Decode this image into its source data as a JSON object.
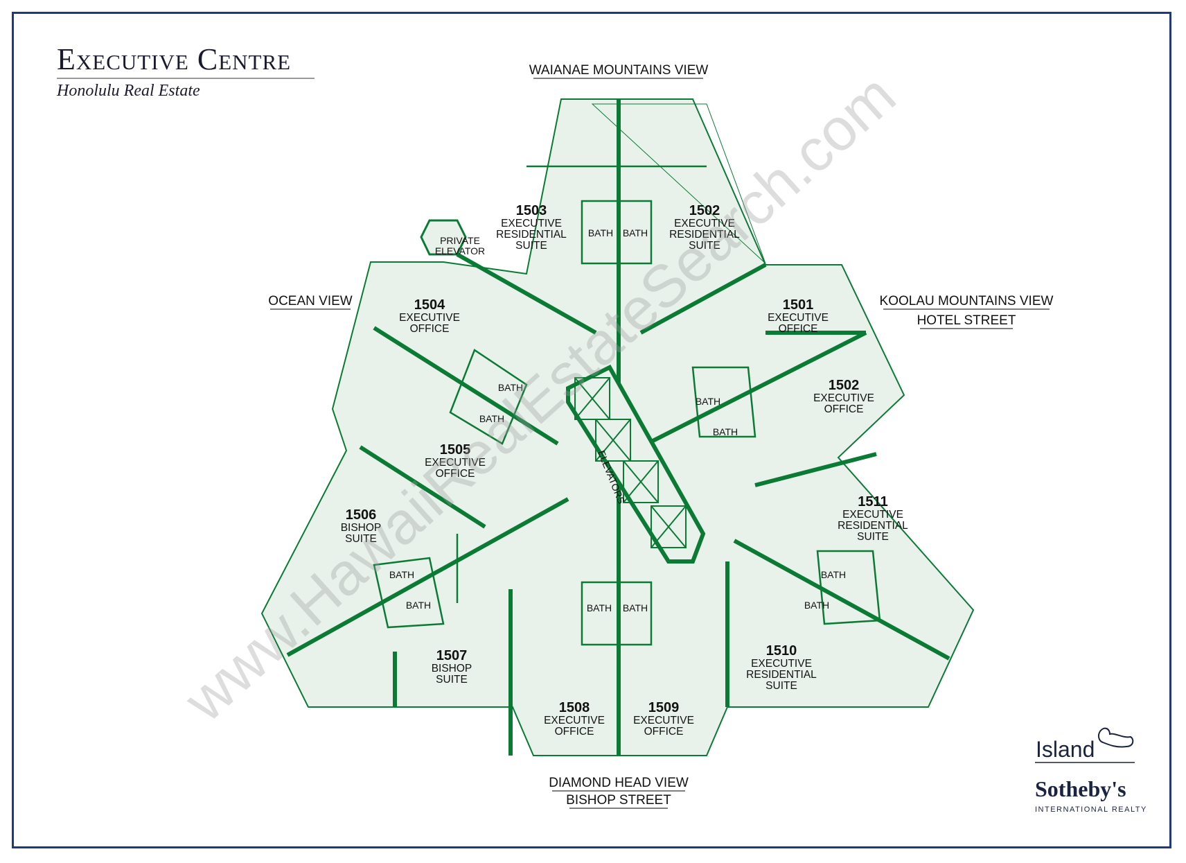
{
  "header": {
    "title": "Executive Centre",
    "subtitle": "Honolulu Real Estate"
  },
  "views": {
    "top": "WAIANAE MOUNTAINS VIEW",
    "left": "OCEAN VIEW",
    "right_1": "KOOLAU MOUNTAINS VIEW",
    "right_2": "HOTEL STREET",
    "bottom_1": "DIAMOND HEAD VIEW",
    "bottom_2": "BISHOP STREET"
  },
  "units": [
    {
      "number": "1503",
      "lines": [
        "EXECUTIVE",
        "RESIDENTIAL",
        "SUITE"
      ]
    },
    {
      "number": "1502",
      "lines": [
        "EXECUTIVE",
        "RESIDENTIAL",
        "SUITE"
      ]
    },
    {
      "number": "1504",
      "lines": [
        "EXECUTIVE",
        "OFFICE"
      ]
    },
    {
      "number": "1501",
      "lines": [
        "EXECUTIVE",
        "OFFICE"
      ]
    },
    {
      "number": "1502",
      "lines": [
        "EXECUTIVE",
        "OFFICE"
      ]
    },
    {
      "number": "1505",
      "lines": [
        "EXECUTIVE",
        "OFFICE"
      ]
    },
    {
      "number": "1506",
      "lines": [
        "BISHOP",
        "SUITE"
      ]
    },
    {
      "number": "1511",
      "lines": [
        "EXECUTIVE",
        "RESIDENTIAL",
        "SUITE"
      ]
    },
    {
      "number": "1507",
      "lines": [
        "BISHOP",
        "SUITE"
      ]
    },
    {
      "number": "1510",
      "lines": [
        "EXECUTIVE",
        "RESIDENTIAL",
        "SUITE"
      ]
    },
    {
      "number": "1508",
      "lines": [
        "EXECUTIVE",
        "OFFICE"
      ]
    },
    {
      "number": "1509",
      "lines": [
        "EXECUTIVE",
        "OFFICE"
      ]
    }
  ],
  "labels": {
    "private_elevator_1": "PRIVATE",
    "private_elevator_2": "ELEVATOR",
    "elevators": "ELEVATORS",
    "bath": "BATH"
  },
  "watermark": "www.HawaiiRealEstateSearch.com",
  "logo": {
    "line1": "Island",
    "line2": "Sotheby's",
    "line3": "INTERNATIONAL REALTY"
  }
}
